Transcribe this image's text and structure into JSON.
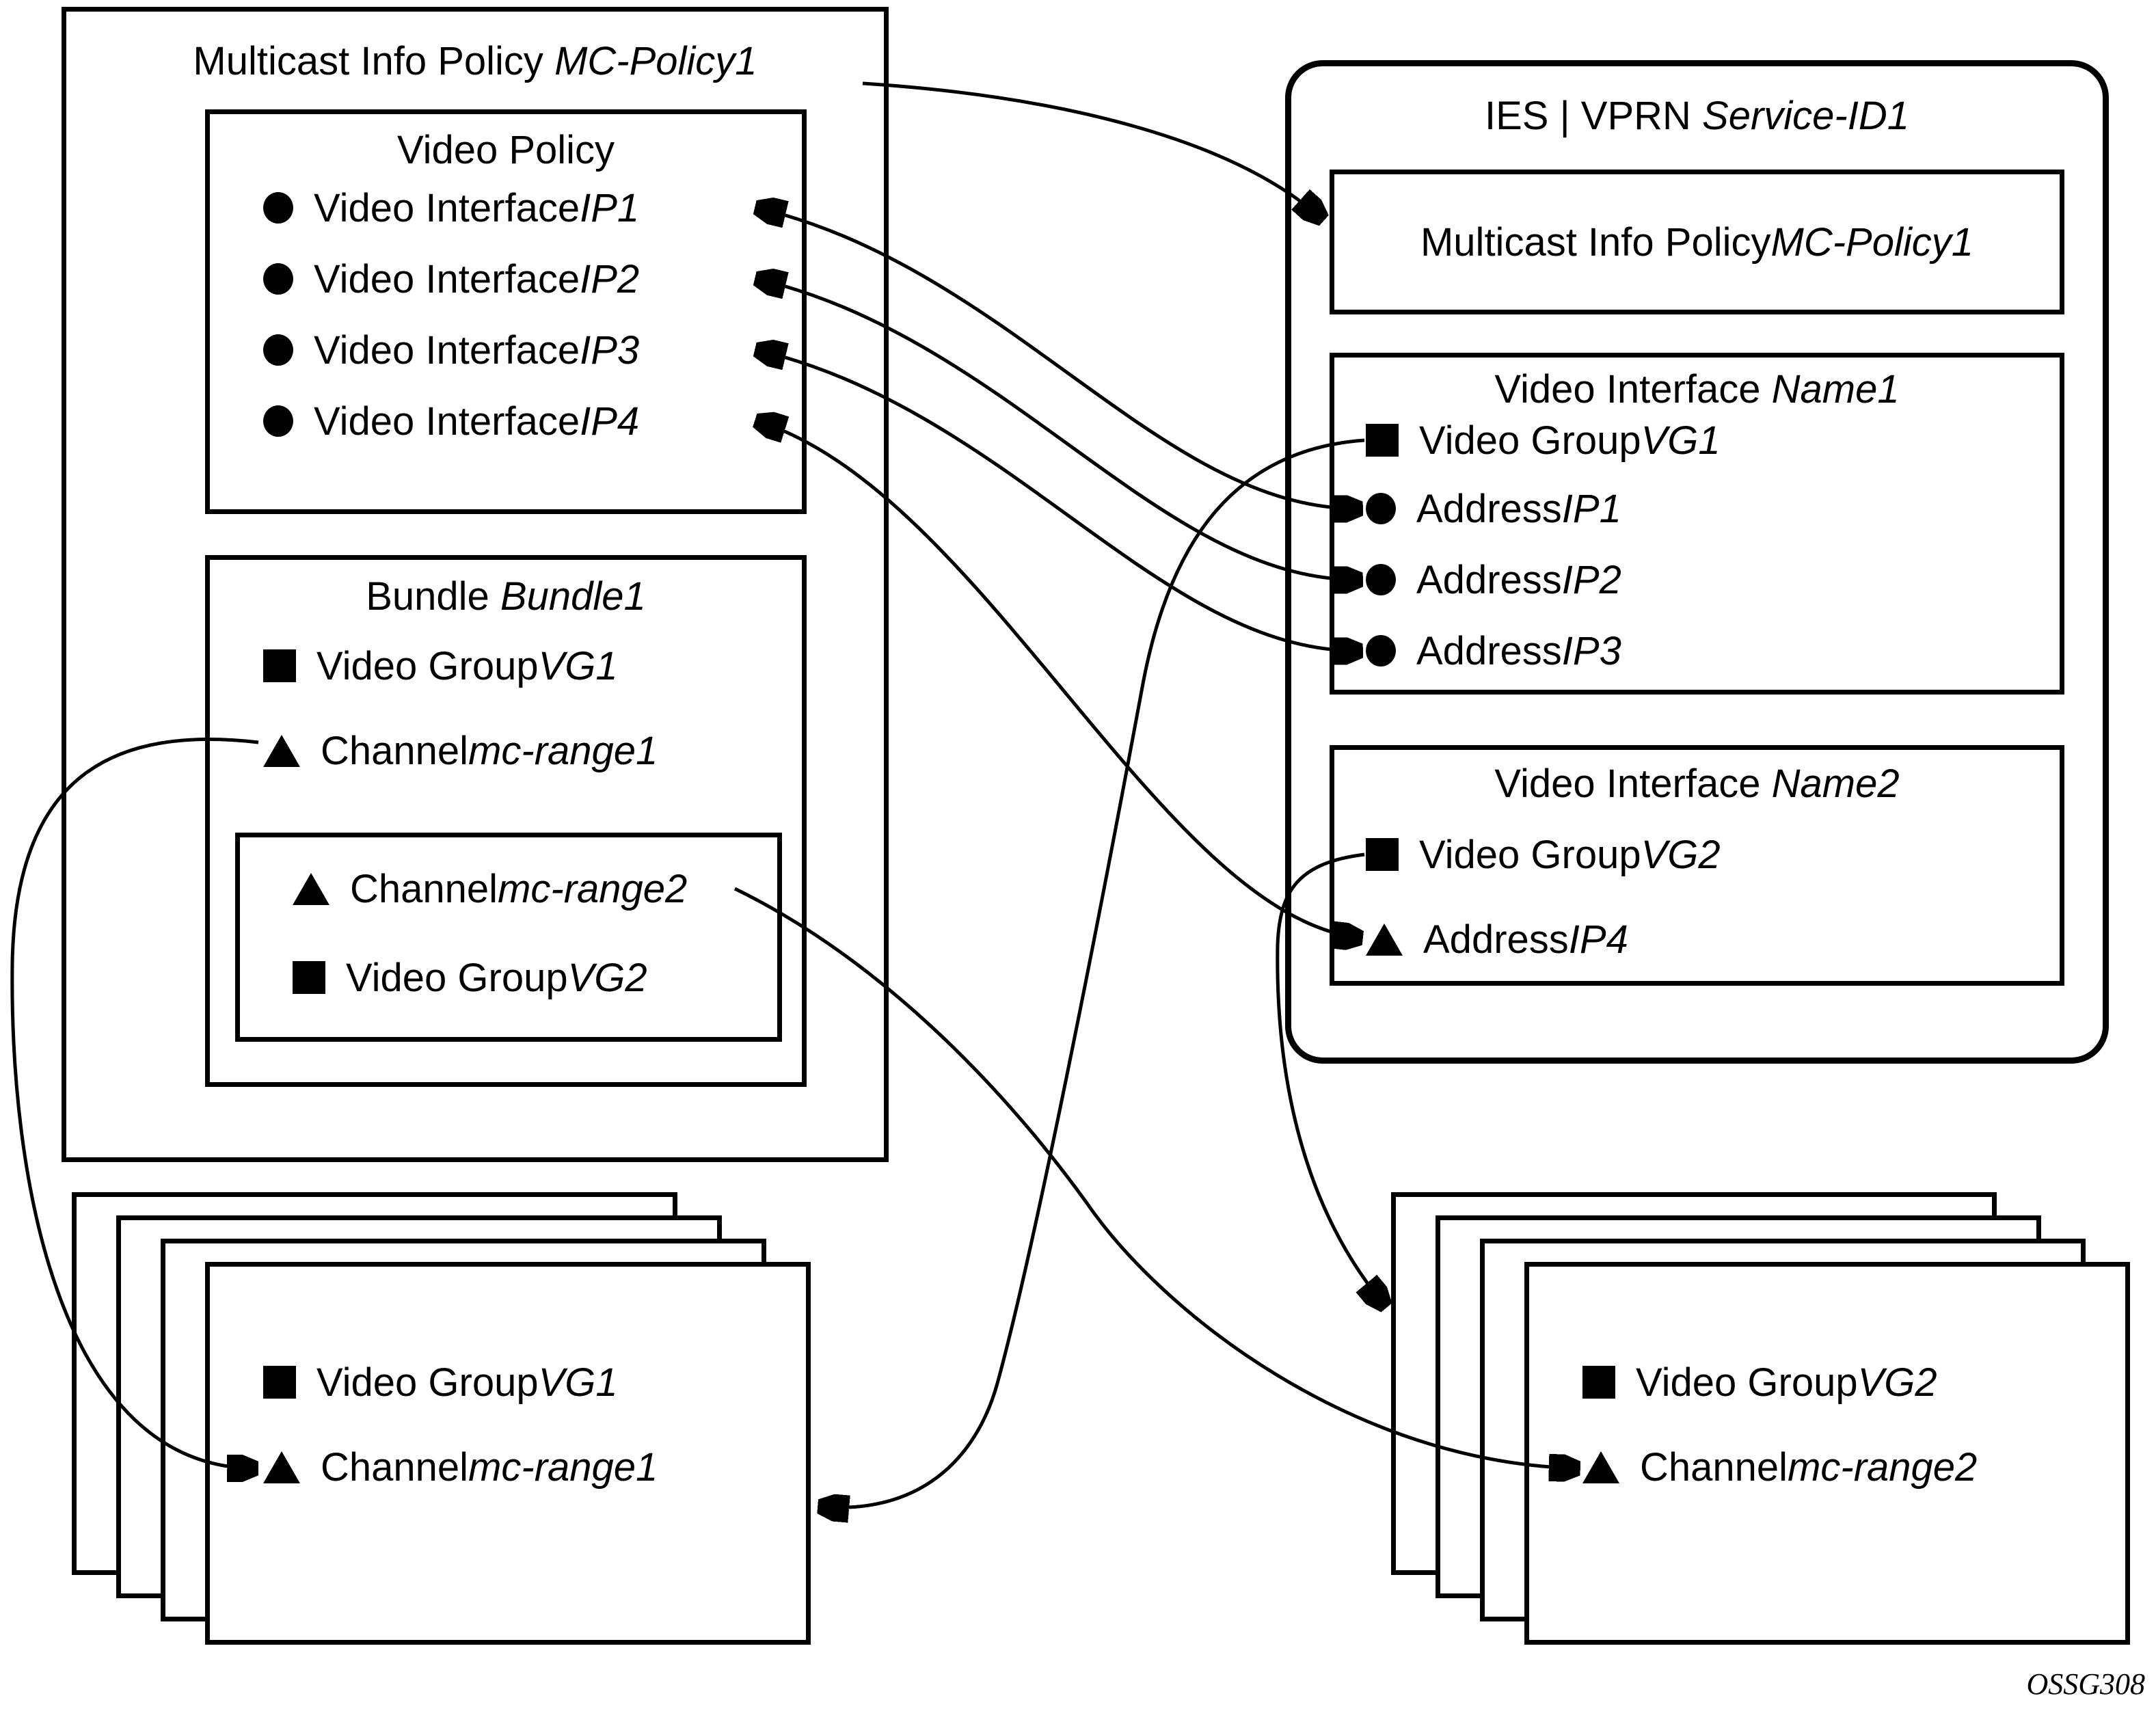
{
  "figure_label": "OSSG308",
  "colors": {
    "ink": "#000000",
    "paper": "#ffffff"
  },
  "left_panel": {
    "title": {
      "prefix": "Multicast Info Policy ",
      "name": "MC-Policy1"
    },
    "video_policy": {
      "title": "Video Policy",
      "items": [
        {
          "icon": "circle-bullet",
          "prefix": "Video Interface ",
          "name": "IP1"
        },
        {
          "icon": "circle-bullet",
          "prefix": "Video Interface ",
          "name": "IP2"
        },
        {
          "icon": "circle-bullet",
          "prefix": "Video Interface ",
          "name": "IP3"
        },
        {
          "icon": "circle-bullet",
          "prefix": "Video Interface ",
          "name": "IP4"
        }
      ]
    },
    "bundle": {
      "title": {
        "prefix": "Bundle ",
        "name": "Bundle1"
      },
      "items": [
        {
          "icon": "square-bullet",
          "prefix": "Video Group ",
          "name": "VG1"
        },
        {
          "icon": "triangle-bullet",
          "prefix": "Channel ",
          "name": "mc-range1"
        }
      ],
      "channel_override": {
        "items": [
          {
            "icon": "triangle-bullet",
            "prefix": "Channel ",
            "name": "mc-range2"
          },
          {
            "icon": "square-bullet",
            "prefix": "Video Group ",
            "name": "VG2"
          }
        ]
      }
    }
  },
  "service_panel": {
    "title": {
      "prefix": "IES | VPRN ",
      "name": "Service-ID1"
    },
    "policy_ref": {
      "prefix": "Multicast Info Policy ",
      "name": "MC-Policy1"
    },
    "video_interface_1": {
      "title": {
        "prefix": "Video Interface ",
        "name": "Name1"
      },
      "items": [
        {
          "icon": "square-bullet",
          "prefix": "Video Group ",
          "name": "VG1"
        },
        {
          "icon": "circle-bullet",
          "prefix": "Address ",
          "name": "IP1"
        },
        {
          "icon": "circle-bullet",
          "prefix": "Address ",
          "name": "IP2"
        },
        {
          "icon": "circle-bullet",
          "prefix": "Address ",
          "name": "IP3"
        }
      ]
    },
    "video_interface_2": {
      "title": {
        "prefix": "Video Interface ",
        "name": "Name2"
      },
      "items": [
        {
          "icon": "square-bullet",
          "prefix": "Video Group ",
          "name": "VG2"
        },
        {
          "icon": "triangle-bullet",
          "prefix": "Address ",
          "name": "IP4"
        }
      ]
    }
  },
  "server_stack_left": {
    "items": [
      {
        "icon": "square-bullet",
        "prefix": "Video Group ",
        "name": "VG1"
      },
      {
        "icon": "triangle-bullet",
        "prefix": "Channel ",
        "name": "mc-range1"
      }
    ]
  },
  "server_stack_right": {
    "items": [
      {
        "icon": "square-bullet",
        "prefix": "Video Group ",
        "name": "VG2"
      },
      {
        "icon": "triangle-bullet",
        "prefix": "Channel ",
        "name": "mc-range2"
      }
    ]
  },
  "connections": [
    {
      "from": "left_panel.title",
      "to": "service_panel.policy_ref",
      "arrow": "single"
    },
    {
      "from": "left_panel.video_policy.IP1",
      "to": "service_panel.video_interface_1.Address IP1",
      "arrow": "double"
    },
    {
      "from": "left_panel.video_policy.IP2",
      "to": "service_panel.video_interface_1.Address IP2",
      "arrow": "double"
    },
    {
      "from": "left_panel.video_policy.IP3",
      "to": "service_panel.video_interface_1.Address IP3",
      "arrow": "double"
    },
    {
      "from": "left_panel.video_policy.IP4",
      "to": "service_panel.video_interface_2.Address IP4",
      "arrow": "double"
    },
    {
      "from": "left_panel.bundle.Channel mc-range1",
      "to": "server_stack_left.Channel mc-range1",
      "arrow": "single"
    },
    {
      "from": "service_panel.video_interface_1.VG1",
      "to": "server_stack_left",
      "arrow": "single"
    },
    {
      "from": "service_panel.video_interface_2.VG2",
      "to": "server_stack_right",
      "arrow": "single"
    },
    {
      "from": "left_panel.bundle.Channel mc-range2",
      "to": "server_stack_right.Channel mc-range2",
      "arrow": "single"
    }
  ]
}
